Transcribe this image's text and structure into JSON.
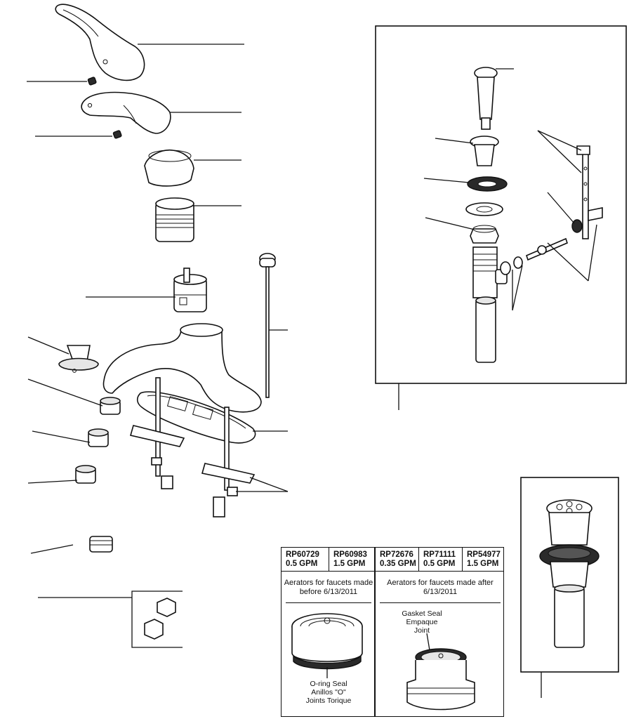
{
  "aerator_table": {
    "parts": [
      {
        "part_no": "RP60729",
        "flow": "0.5 GPM"
      },
      {
        "part_no": "RP60983",
        "flow": "1.5 GPM"
      },
      {
        "part_no": "RP72676",
        "flow": "0.35 GPM"
      },
      {
        "part_no": "RP71111",
        "flow": "0.5 GPM"
      },
      {
        "part_no": "RP54977",
        "flow": "1.5 GPM"
      }
    ],
    "group_before": "Aerators for faucets made before 6/13/2011",
    "group_after": "Aerators for faucets made after 6/13/2011",
    "oring_label_lines": [
      "O-ring Seal",
      "Anillos \"O\"",
      "Joints Torique"
    ],
    "gasket_label_lines": [
      "Gasket Seal",
      "Empaque",
      "Joint"
    ]
  }
}
